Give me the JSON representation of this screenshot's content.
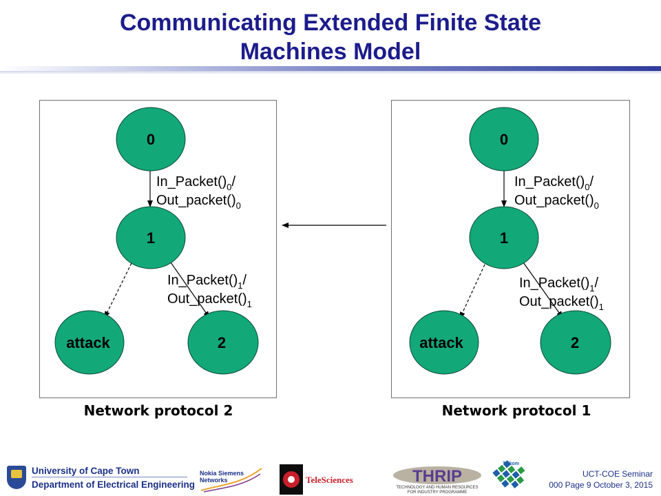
{
  "slide": {
    "title_line1": "Communicating Extended Finite State",
    "title_line2": "Machines Model"
  },
  "panels": [
    {
      "caption": "Network protocol 2",
      "nodes": {
        "s0": "0",
        "s1": "1",
        "attack": "attack",
        "s2": "2"
      },
      "edge_01": {
        "main1": "In_Packet()",
        "sub1": "0",
        "rest1": "/",
        "main2": "Out_packet()",
        "sub2": "0"
      },
      "edge_12": {
        "main1": "In_Packet()",
        "sub1": "1",
        "rest1": "/",
        "main2": "Out_packet()",
        "sub2": "1"
      }
    },
    {
      "caption": "Network protocol 1",
      "nodes": {
        "s0": "0",
        "s1": "1",
        "attack": "attack",
        "s2": "2"
      },
      "edge_01": {
        "main1": "In_Packet()",
        "sub1": "0",
        "rest1": "/",
        "main2": "Out_packet()",
        "sub2": "0"
      },
      "edge_12": {
        "main1": "In_Packet()",
        "sub1": "1",
        "rest1": "/",
        "main2": "Out_packet()",
        "sub2": "1"
      }
    }
  ],
  "footer": {
    "university": "University of Cape Town",
    "department": "Department of Electrical Engineering",
    "sponsor_nokia_line1": "Nokia Siemens",
    "sponsor_nokia_line2": "Networks",
    "sponsor_telesciences": "TeleSciences",
    "sponsor_thrip": "THRIP",
    "sponsor_thrip_tagline1": "TECHNOLOGY AND HUMAN RESOURCES",
    "sponsor_thrip_tagline2": "FOR INDUSTRY PROGRAMME",
    "sponsor_telkom": "Telkom",
    "note_line1": "UCT-COE  Seminar",
    "note_line2": "000 Page 9 October 3, 2015"
  },
  "colors": {
    "title": "#1c1c8c",
    "node_fill": "#13a878",
    "node_stroke": "#0a4a36",
    "footer_text": "#1b2f86"
  }
}
